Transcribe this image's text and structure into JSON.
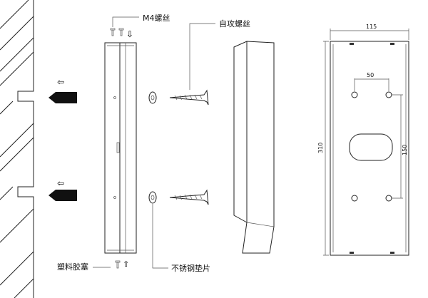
{
  "labels": {
    "m4_screw": "M4螺丝",
    "self_tapping_screw": "自攻螺丝",
    "plastic_anchor": "塑料胶塞",
    "stainless_washer": "不锈钢垫片"
  },
  "dimensions": {
    "width": "115",
    "height": "310",
    "hole_spacing_horizontal": "50",
    "hole_spacing_vertical": "150"
  },
  "icons": [
    "wall-hatch",
    "arrow-left-icon",
    "arrow-down-icon",
    "arrow-up-icon",
    "screw-icon",
    "washer-icon",
    "anchor-icon"
  ]
}
